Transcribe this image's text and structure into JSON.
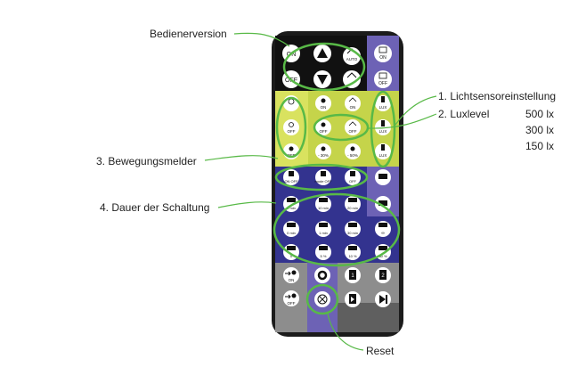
{
  "labels": {
    "bedienerversion": "Bedienerversion",
    "lichtsensor": "1. Lichtsensoreinstellung",
    "luxlevel": "2. Luxlevel",
    "lux_values": [
      "500 lx",
      "300 lx",
      "150 lx"
    ],
    "bewegungsmelder": "3. Bewegungsmelder",
    "dauer": "4. Dauer der Schaltung",
    "reset": "Reset"
  },
  "colors": {
    "remote_body": "#1b1b1b",
    "black_zone": "#111111",
    "violet_strip": "#6d62b5",
    "lime": "#c5d44a",
    "lime_light": "#d9e25f",
    "navy": "#33338f",
    "grey": "#8d8d8d",
    "grey_dark": "#5f5f5f",
    "highlight": "#58b947",
    "button": "#ffffff"
  },
  "buttons": {
    "on": "ON",
    "off": "OFF",
    "up": "up-arrow-icon",
    "down": "down-arrow-icon",
    "auto": "AUTO",
    "tr_on": "ON",
    "tr_off": "OFF",
    "lime_row1": [
      "ON",
      "ON",
      "LUX"
    ],
    "lime_row2": [
      "OFF",
      "OFF",
      "OFF",
      "LUX"
    ],
    "lime_row3": [
      "OFF",
      "- 30%",
      "- 50%",
      "LUX"
    ],
    "motion": [
      "ON OFF",
      "mode OFF",
      "OFF"
    ],
    "dur_row1": [
      "1 min",
      "10 min",
      "20 min"
    ],
    "dur_row2": [
      "0 min",
      "1 min",
      "30 min",
      "∞"
    ],
    "dur_row3": [
      "0",
      "5 %",
      "10 %",
      "30 %"
    ],
    "grey_row1": [
      "ON",
      "gear-icon",
      "1",
      "2"
    ],
    "grey_row2": [
      "OFF",
      "reset-icon",
      "scene-icon",
      "skip-icon"
    ]
  }
}
